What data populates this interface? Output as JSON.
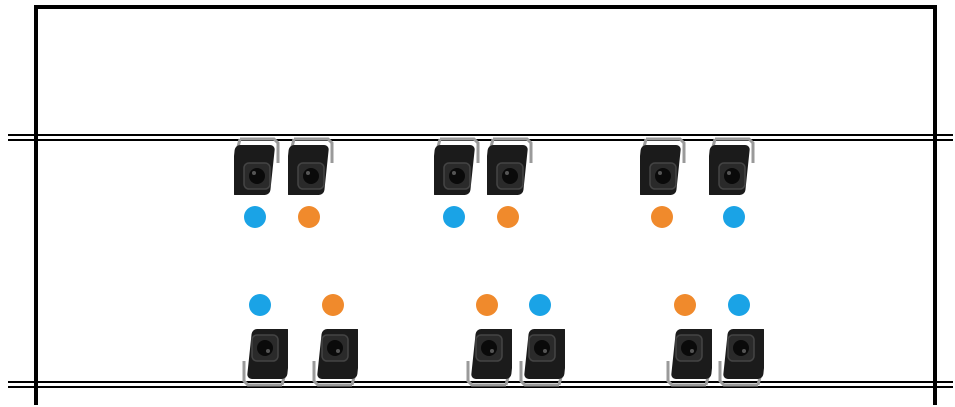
{
  "colors": {
    "blue": "#1aa3e6",
    "orange": "#f08a2c",
    "line": "#000000",
    "sensor_body": "#1b1b1b",
    "sensor_bracket": "#9a9a9a"
  },
  "top_row": {
    "sensors": [
      {
        "id": "t1",
        "orientation": "down"
      },
      {
        "id": "t2",
        "orientation": "down"
      },
      {
        "id": "t3",
        "orientation": "down"
      },
      {
        "id": "t4",
        "orientation": "down"
      },
      {
        "id": "t5",
        "orientation": "down"
      },
      {
        "id": "t6",
        "orientation": "down"
      }
    ],
    "dots": [
      "blue",
      "orange",
      "blue",
      "orange",
      "orange",
      "blue"
    ]
  },
  "bottom_row": {
    "sensors": [
      {
        "id": "b1",
        "orientation": "up"
      },
      {
        "id": "b2",
        "orientation": "up"
      },
      {
        "id": "b3",
        "orientation": "up"
      },
      {
        "id": "b4",
        "orientation": "up"
      },
      {
        "id": "b5",
        "orientation": "up"
      },
      {
        "id": "b6",
        "orientation": "up"
      }
    ],
    "dots": [
      "blue",
      "orange",
      "orange",
      "blue",
      "orange",
      "blue"
    ]
  }
}
